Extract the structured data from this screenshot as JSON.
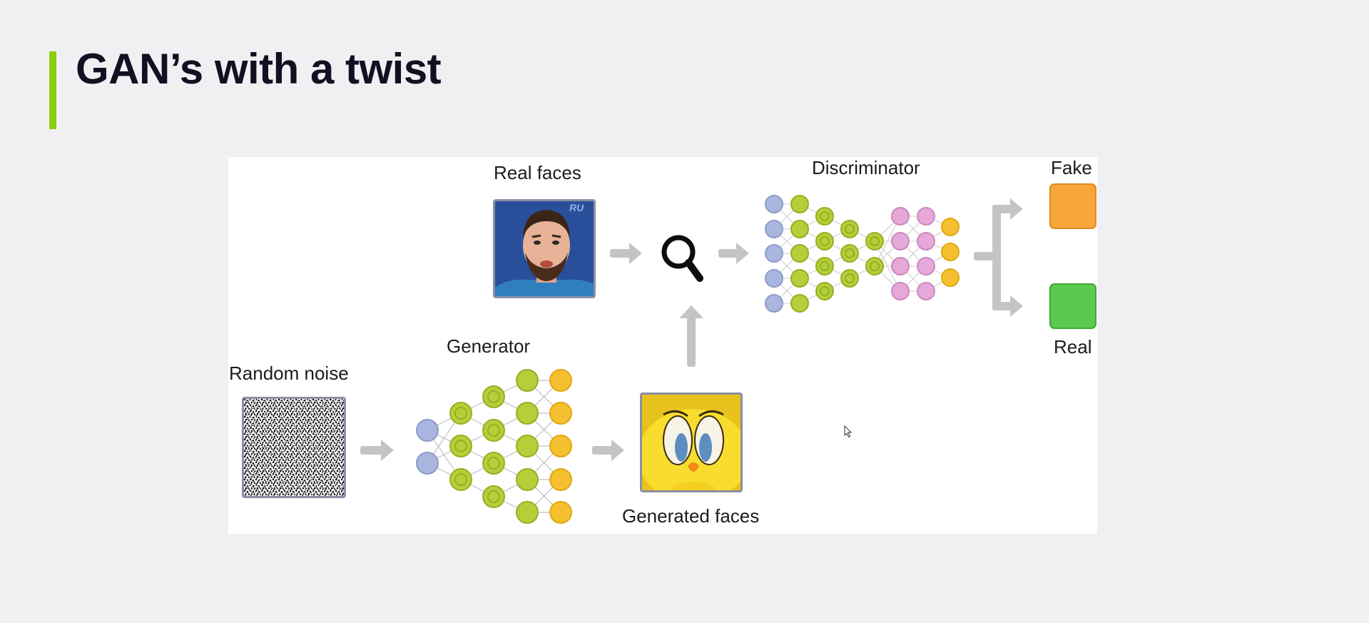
{
  "slide": {
    "title": "GAN’s with a twist"
  },
  "diagram": {
    "labels": {
      "real_faces": "Real faces",
      "discriminator": "Discriminator",
      "fake": "Fake",
      "real": "Real",
      "generator": "Generator",
      "random_noise": "Random noise",
      "generated_faces": "Generated faces"
    },
    "colors": {
      "accent": "#8ccc0a",
      "input_node": "#a9b7e0",
      "hidden_node_green": "#b5cf3b",
      "hidden_node_pink": "#e6a8d8",
      "output_node": "#f5c030",
      "arrow": "#c4c4c4",
      "fake_box": "#f7a63c",
      "real_box": "#5cc84e"
    },
    "icons": [
      "magnifier-icon",
      "arrow-right-icon",
      "arrow-up-icon",
      "branch-arrow-icon",
      "cursor-icon"
    ]
  }
}
